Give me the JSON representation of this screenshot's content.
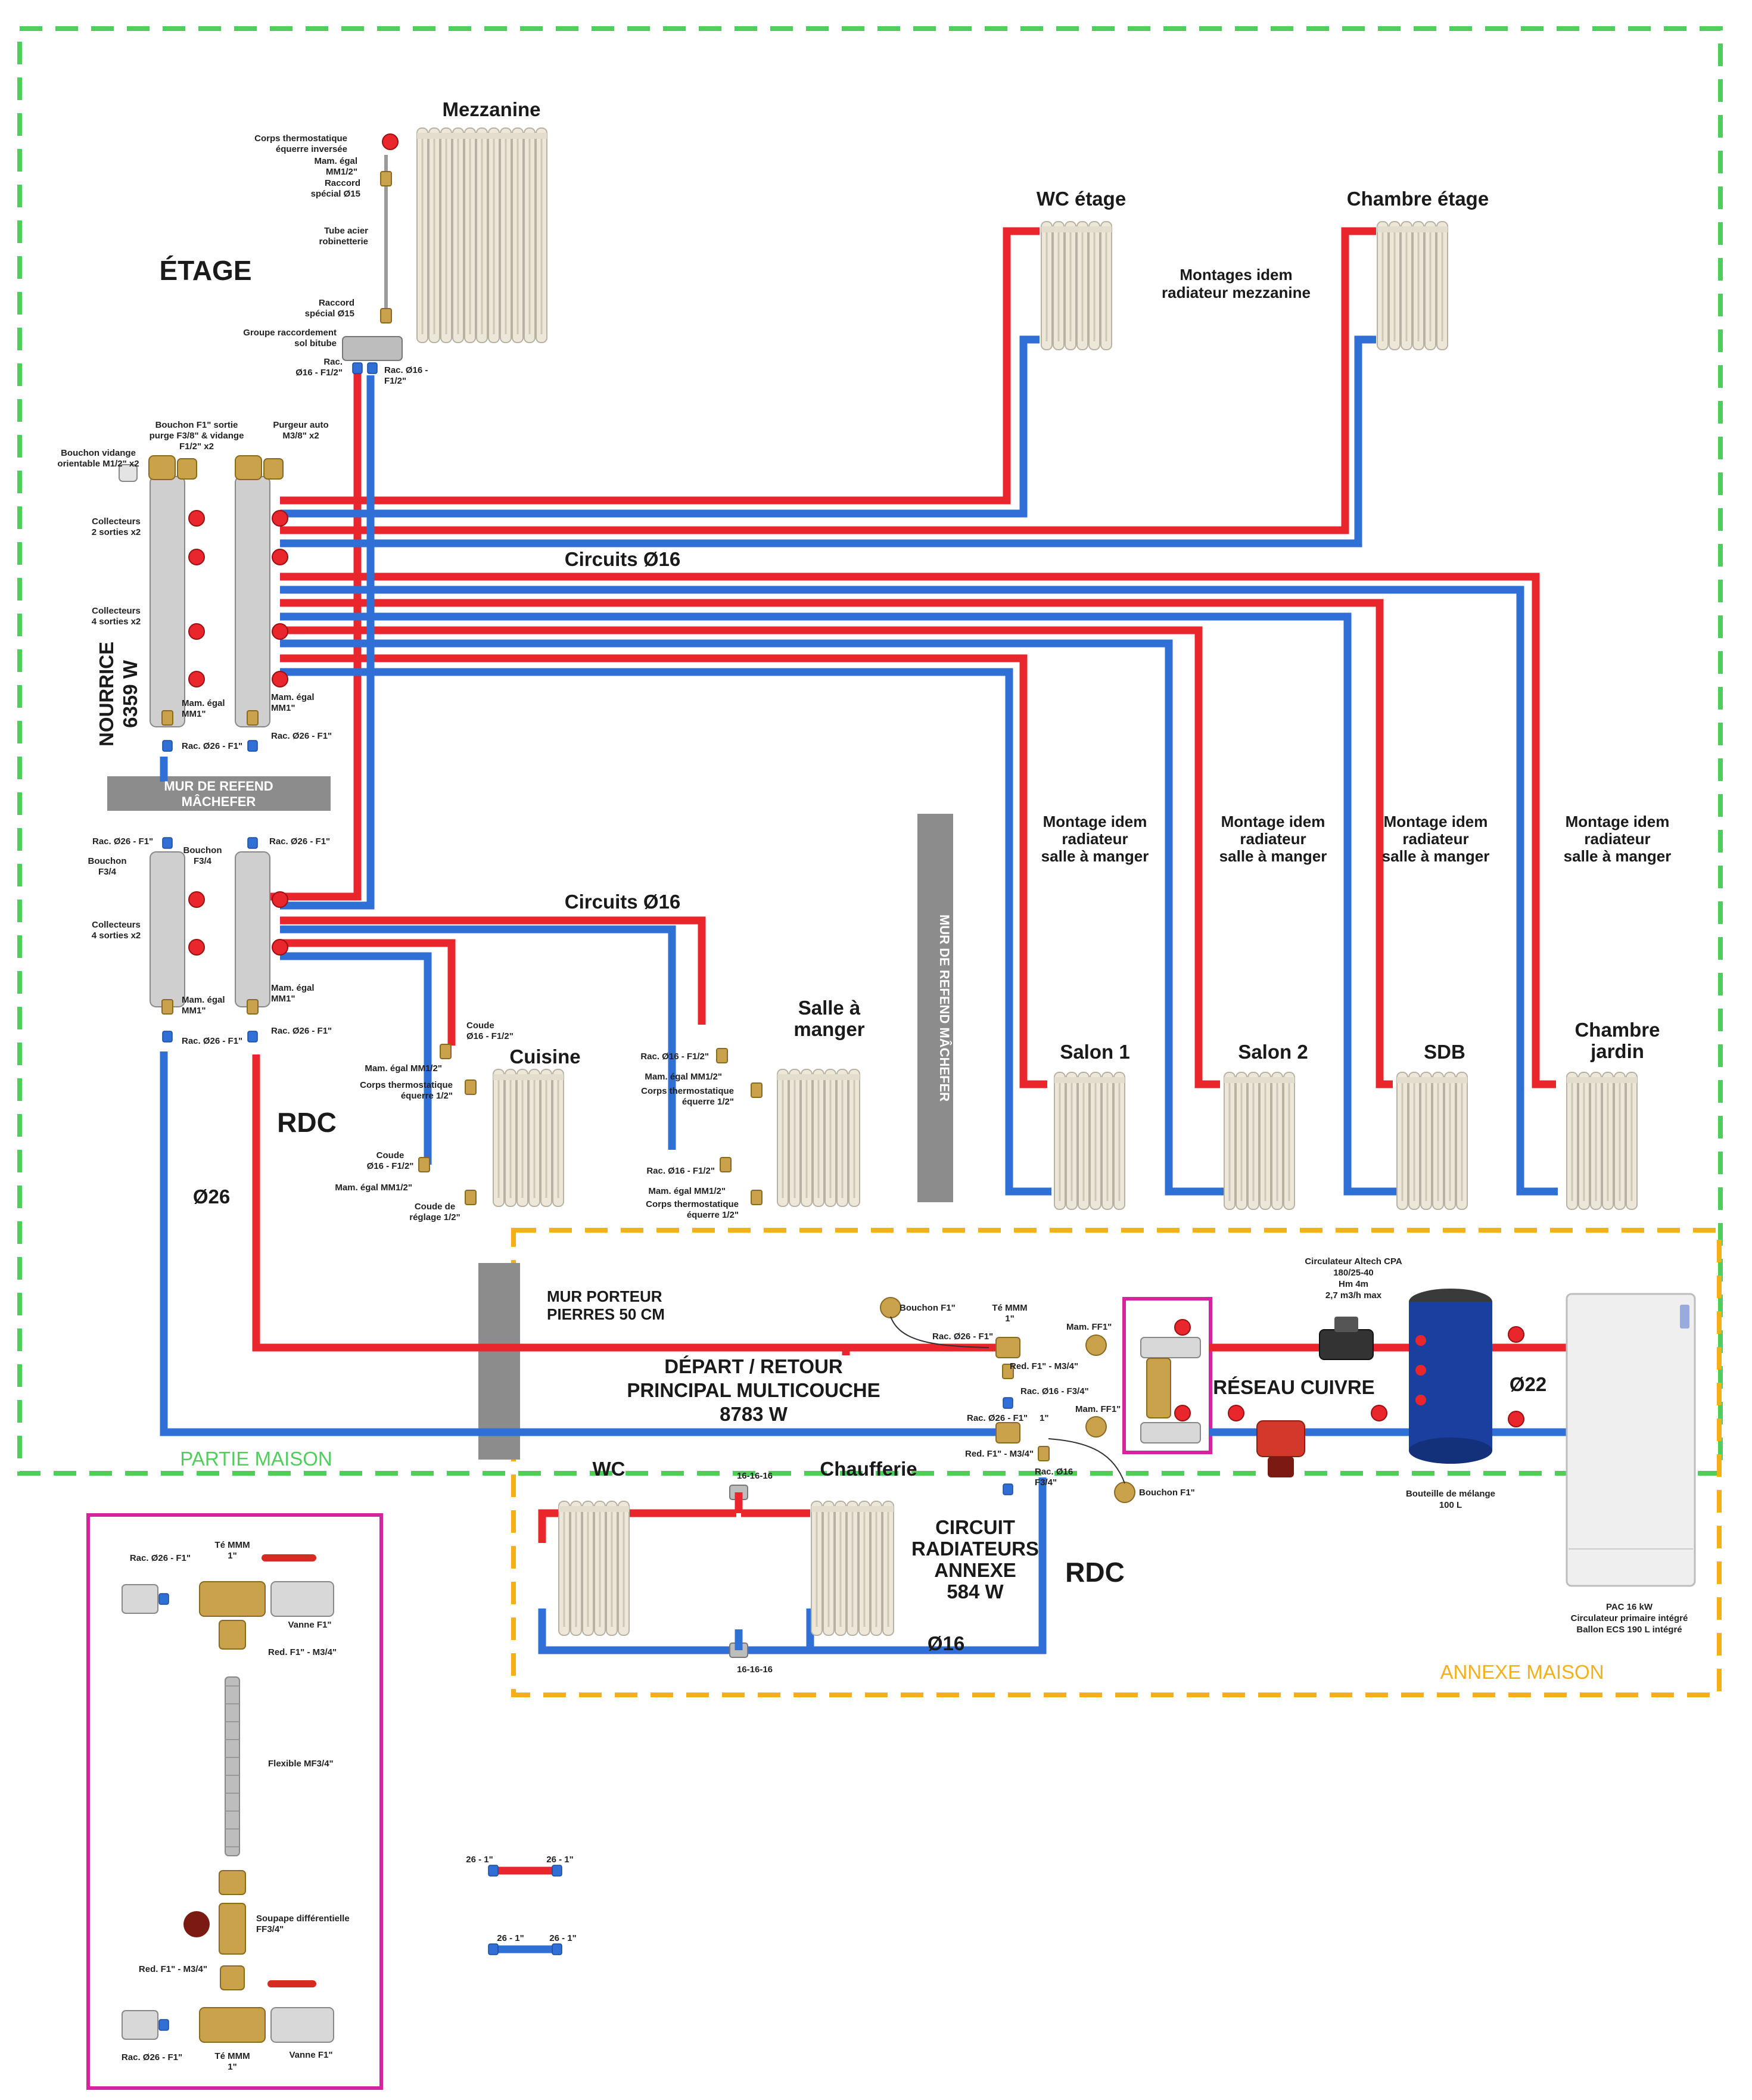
{
  "colors": {
    "supply": "#e8262b",
    "return": "#2f6fd6",
    "zone_house": "#4fce5d",
    "zone_annex": "#f2b119",
    "detail": "#d6249f",
    "wall": "#8c8c8c",
    "radiator": "#ece7d9",
    "brass": "#c9a24b"
  },
  "icons": [
    "radiator-icon",
    "collector-icon",
    "valve-icon",
    "tank-icon",
    "heat-pump-icon",
    "circulator-icon",
    "fitting-icon"
  ],
  "labels": {
    "etage": "ÉTAGE",
    "mezzanine": "Mezzanine",
    "wc_etage": "WC étage",
    "chambre_etage": "Chambre étage",
    "montages_idem": [
      "Montages idem",
      "radiateur mezzanine"
    ],
    "circuits16_top": "Circuits  Ø16",
    "circuits16_mid": "Circuits  Ø16",
    "nourrice": [
      "NOURRICE",
      "6359 W"
    ],
    "mur_refend_h": [
      "MUR DE REFEND",
      "MÂCHEFER"
    ],
    "mur_refend_v": "MUR DE REFEND MÂCHEFER",
    "montage_idem_sam": [
      "Montage idem",
      "radiateur",
      "salle à manger"
    ],
    "salon1": "Salon 1",
    "salon2": "Salon 2",
    "sdb": "SDB",
    "chambre_jardin": [
      "Chambre",
      "jardin"
    ],
    "cuisine": "Cuisine",
    "salle_a_manger": [
      "Salle à",
      "manger"
    ],
    "rdc": "RDC",
    "d26": "Ø26",
    "mur_porteur": [
      "MUR PORTEUR",
      "PIERRES 50 CM"
    ],
    "depart_retour": [
      "DÉPART / RETOUR",
      "PRINCIPAL MULTICOUCHE",
      "8783 W"
    ],
    "partie_maison": "PARTIE MAISON",
    "annexe_maison": "ANNEXE MAISON",
    "reseau_cuivre": "RÉSEAU CUIVRE",
    "d22": "Ø22",
    "circulateur": [
      "Circulateur Altech CPA",
      "180/25-40",
      "Hm 4m",
      "2,7 m3/h max"
    ],
    "bouteille": [
      "Bouteille de mélange",
      "100 L"
    ],
    "pac": [
      "PAC 16 kW",
      "Circulateur primaire intégré",
      "Ballon ECS 190 L intégré"
    ],
    "wc": "WC",
    "chaufferie": "Chaufferie",
    "t161616_top": "16-16-16",
    "t161616_bot": "16-16-16",
    "circuit_annexe": [
      "CIRCUIT",
      "RADIATEURS",
      "ANNEXE",
      "584 W"
    ],
    "rdc_annexe": "RDC",
    "d16_annexe": "Ø16",
    "legend_red": [
      "26 - 1\"",
      "26 - 1\""
    ],
    "legend_blue": [
      "26 - 1\"",
      "26 - 1\""
    ]
  },
  "fittings": {
    "corps_thermo_inv": [
      "Corps thermostatique",
      "équerre inversée"
    ],
    "mam_egal_12": [
      "Mam. égal",
      "MM1/2\""
    ],
    "raccord_special_a": [
      "Raccord",
      "spécial Ø15"
    ],
    "tube_acier": [
      "Tube acier",
      "robinetterie"
    ],
    "raccord_special_b": [
      "Raccord",
      "spécial Ø15"
    ],
    "groupe_racc": [
      "Groupe raccordement",
      "sol bitube"
    ],
    "rac16_l": [
      "Rac.",
      "Ø16 - F1/2\""
    ],
    "rac16_r": [
      "Rac. Ø16 -",
      "F1/2\""
    ],
    "bouchon_f1": [
      "Bouchon F1\" sortie",
      "purge F3/8\" & vidange",
      "F1/2\" x2"
    ],
    "purgeur": [
      "Purgeur auto",
      "M3/8\" x2"
    ],
    "bouchon_vidange": [
      "Bouchon vidange",
      "orientable M1/2\" x2"
    ],
    "coll2": [
      "Collecteurs",
      "2 sorties x2"
    ],
    "coll4_top": [
      "Collecteurs",
      "4 sorties x2"
    ],
    "mam_mm1_l": [
      "Mam. égal",
      "MM1\""
    ],
    "mam_mm1_r": [
      "Mam. égal",
      "MM1\""
    ],
    "rac26_l": "Rac. Ø26 - F1\"",
    "rac26_r": "Rac. Ø26 - F1\"",
    "rac26_l2": "Rac. Ø26 - F1\"",
    "rac26_r2": "Rac. Ø26 - F1\"",
    "bouchon_f34_l": [
      "Bouchon",
      "F3/4"
    ],
    "bouchon_f34_r": [
      "Bouchon",
      "F3/4"
    ],
    "coll4_bot": [
      "Collecteurs",
      "4 sorties x2"
    ],
    "mam_mm1_l2": [
      "Mam. égal",
      "MM1\""
    ],
    "mam_mm1_r2": [
      "Mam. égal",
      "MM1\""
    ],
    "rac26_l3": "Rac. Ø26 - F1\"",
    "rac26_r3": "Rac. Ø26 - F1\"",
    "cuis_coude": [
      "Coude",
      "Ø16 - F1/2\""
    ],
    "cuis_mam": "Mam. égal MM1/2\"",
    "cuis_corps": [
      "Corps thermostatique",
      "équerre 1/2\""
    ],
    "cuis_coude2": [
      "Coude",
      "Ø16 - F1/2\""
    ],
    "cuis_mam2": "Mam. égal MM1/2\"",
    "cuis_reglage": [
      "Coude de",
      "réglage 1/2\""
    ],
    "sam_rac": "Rac. Ø16 - F1/2\"",
    "sam_mam": "Mam. égal MM1/2\"",
    "sam_corps": [
      "Corps thermostatique",
      "équerre 1/2\""
    ],
    "sam_rac2": "Rac. Ø16 - F1/2\"",
    "sam_mam2": "Mam. égal MM1/2\"",
    "sam_corps2": [
      "Corps thermostatique",
      "équerre 1/2\""
    ],
    "bouchon_f1_a": "Bouchon F1\"",
    "te_mmm_a": [
      "Té MMM",
      "1\""
    ],
    "rac26_f1_a": "Rac. Ø26 - F1\"",
    "red_f1_a": "Red. F1\" - M3/4\"",
    "rac16_f34": "Rac. Ø16 - F3/4\"",
    "mam_ff1_a": "Mam. FF1\"",
    "mam_ff1_b": "Mam. FF1\"",
    "rac26_f1_b": "Rac. Ø26 - F1\"",
    "te_1": "1\"",
    "red_f1_b": "Red. F1\" - M3/4\"",
    "rac16_f34_b": [
      "Rac. Ø16",
      "F3/4\""
    ],
    "bouchon_f1_b": "Bouchon F1\""
  },
  "detail": {
    "rac26_top": "Rac. Ø26 - F1\"",
    "te_top": [
      "Té MMM",
      "1\""
    ],
    "vanne_top": "Vanne F1\"",
    "red_top": "Red. F1\" - M3/4\"",
    "flexible": "Flexible MF3/4\"",
    "soupape": [
      "Soupape différentielle",
      "FF3/4\""
    ],
    "red_bot": "Red. F1\" - M3/4\"",
    "rac26_bot": "Rac. Ø26 - F1\"",
    "te_bot": [
      "Té MMM",
      "1\""
    ],
    "vanne_bot": "Vanne F1\""
  }
}
